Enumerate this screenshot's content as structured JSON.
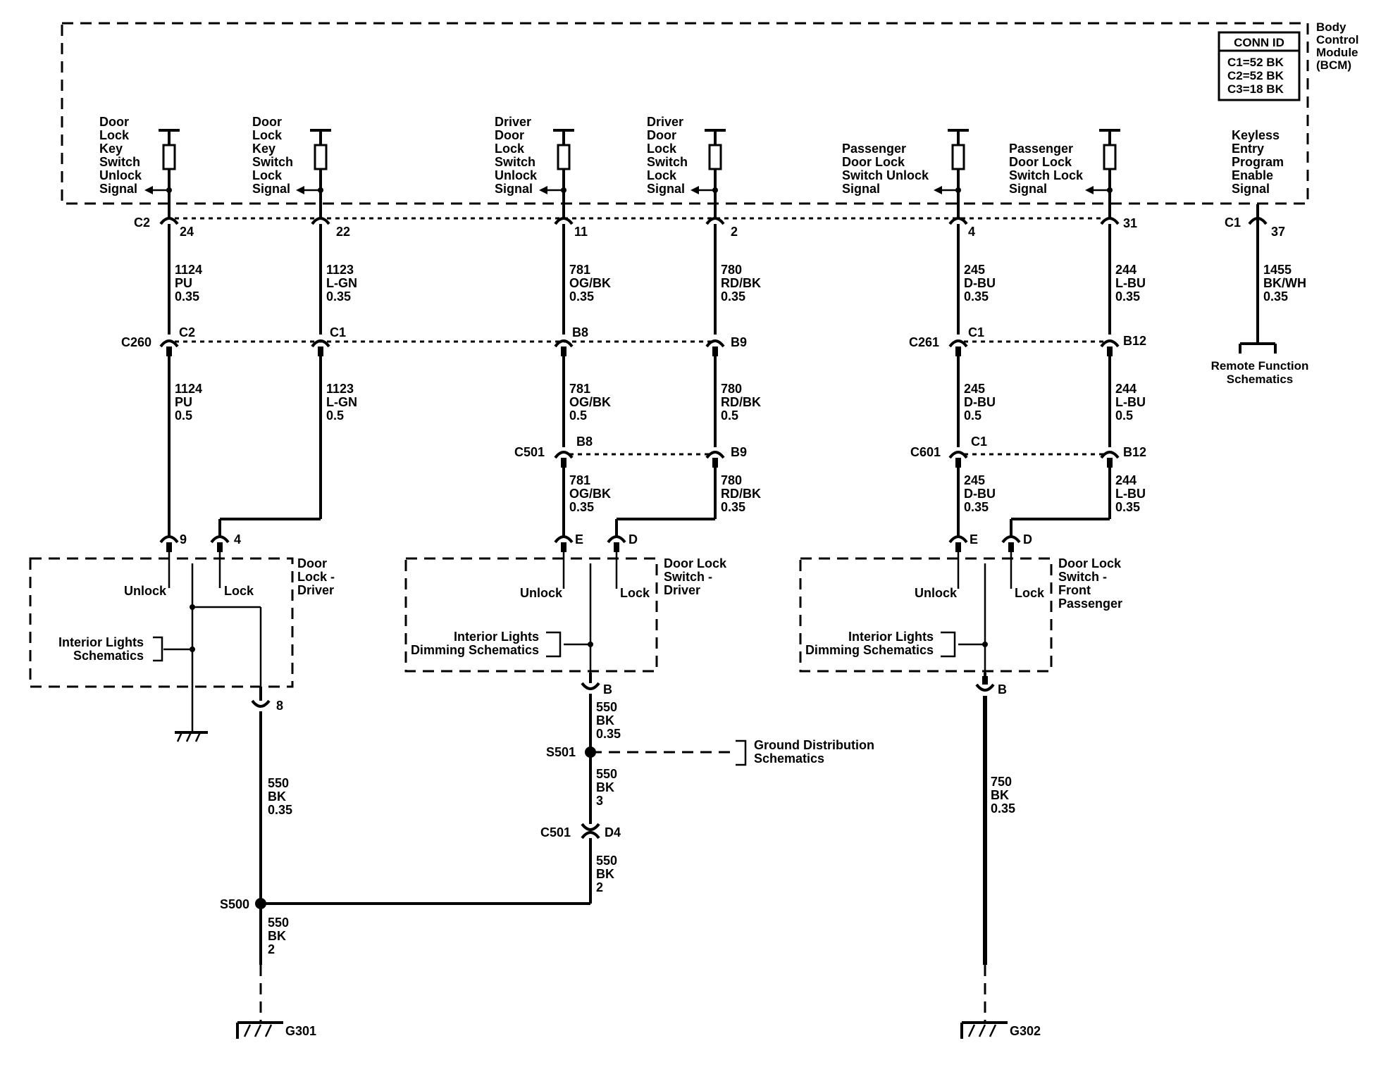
{
  "bcm": {
    "title": [
      "Body",
      "Control",
      "Module",
      "(BCM)"
    ],
    "conn_header": "CONN ID",
    "conn_rows": [
      "C1=52 BK",
      "C2=52 BK",
      "C3=18 BK"
    ]
  },
  "signals": {
    "s1": [
      "Door",
      "Lock",
      "Key",
      "Switch",
      "Unlock",
      "Signal"
    ],
    "s2": [
      "Door",
      "Lock",
      "Key",
      "Switch",
      "Lock",
      "Signal"
    ],
    "s3": [
      "Driver",
      "Door",
      "Lock",
      "Switch",
      "Unlock",
      "Signal"
    ],
    "s4": [
      "Driver",
      "Door",
      "Lock",
      "Switch",
      "Lock",
      "Signal"
    ],
    "s5": [
      "Passenger",
      "Door Lock",
      "Switch Unlock",
      "Signal"
    ],
    "s6": [
      "Passenger",
      "Door Lock",
      "Switch Lock",
      "Signal"
    ],
    "s7": [
      "Keyless",
      "Entry",
      "Program",
      "Enable",
      "Signal"
    ]
  },
  "bcm_pins": {
    "c2": "C2",
    "c1": "C1",
    "p1": "24",
    "p2": "22",
    "p3": "11",
    "p4": "2",
    "p5": "4",
    "p6": "31",
    "p7": "37"
  },
  "wires_upper": {
    "w1": [
      "1124",
      "PU",
      "0.35"
    ],
    "w2": [
      "1123",
      "L-GN",
      "0.35"
    ],
    "w3": [
      "781",
      "OG/BK",
      "0.35"
    ],
    "w4": [
      "780",
      "RD/BK",
      "0.35"
    ],
    "w5": [
      "245",
      "D-BU",
      "0.35"
    ],
    "w6": [
      "244",
      "L-BU",
      "0.35"
    ],
    "w7": [
      "1455",
      "BK/WH",
      "0.35"
    ]
  },
  "remote_function": [
    "Remote Function",
    "Schematics"
  ],
  "connectors": {
    "c260": "C260",
    "c260_a": "C2",
    "c260_b": "C1",
    "b8": "B8",
    "b9": "B9",
    "c261": "C261",
    "c261_a": "C1",
    "b12": "B12",
    "c501": "C501",
    "c501_a": "B8",
    "c501_b": "B9",
    "c601": "C601",
    "c601_a": "C1",
    "c601_b": "B12"
  },
  "wires_mid": {
    "w1": [
      "1124",
      "PU",
      "0.5"
    ],
    "w2": [
      "1123",
      "L-GN",
      "0.5"
    ],
    "w3": [
      "781",
      "OG/BK",
      "0.5"
    ],
    "w4": [
      "780",
      "RD/BK",
      "0.5"
    ],
    "w5": [
      "245",
      "D-BU",
      "0.5"
    ],
    "w6": [
      "244",
      "L-BU",
      "0.5"
    ]
  },
  "wires_low": {
    "w3": [
      "781",
      "OG/BK",
      "0.35"
    ],
    "w4": [
      "780",
      "RD/BK",
      "0.35"
    ],
    "w5": [
      "245",
      "D-BU",
      "0.35"
    ],
    "w6": [
      "244",
      "L-BU",
      "0.35"
    ]
  },
  "switch_pins": {
    "p9": "9",
    "p4": "4",
    "e1": "E",
    "d1": "D",
    "e2": "E",
    "d2": "D"
  },
  "switches": {
    "driver_key": [
      "Door",
      "Lock -",
      "Driver"
    ],
    "driver": [
      "Door Lock",
      "Switch -",
      "Driver"
    ],
    "passenger": [
      "Door Lock",
      "Switch -",
      "Front",
      "Passenger"
    ],
    "unlock": "Unlock",
    "lock": "Lock",
    "interior": [
      "Interior Lights",
      "Schematics"
    ],
    "dimming": [
      "Interior Lights",
      "Dimming Schematics"
    ]
  },
  "ground": {
    "p8": "8",
    "pb1": "B",
    "pb2": "B",
    "w550a": [
      "550",
      "BK",
      "0.35"
    ],
    "s501": "S501",
    "w550b": [
      "550",
      "BK",
      "3"
    ],
    "c501": "C501",
    "d4": "D4",
    "w550c": [
      "550",
      "BK",
      "2"
    ],
    "w550d": [
      "550",
      "BK",
      "0.35"
    ],
    "s500": "S500",
    "w550e": [
      "550",
      "BK",
      "2"
    ],
    "g301": "G301",
    "w750": [
      "750",
      "BK",
      "0.35"
    ],
    "g302": "G302",
    "gnd_dist": [
      "Ground Distribution",
      "Schematics"
    ]
  }
}
